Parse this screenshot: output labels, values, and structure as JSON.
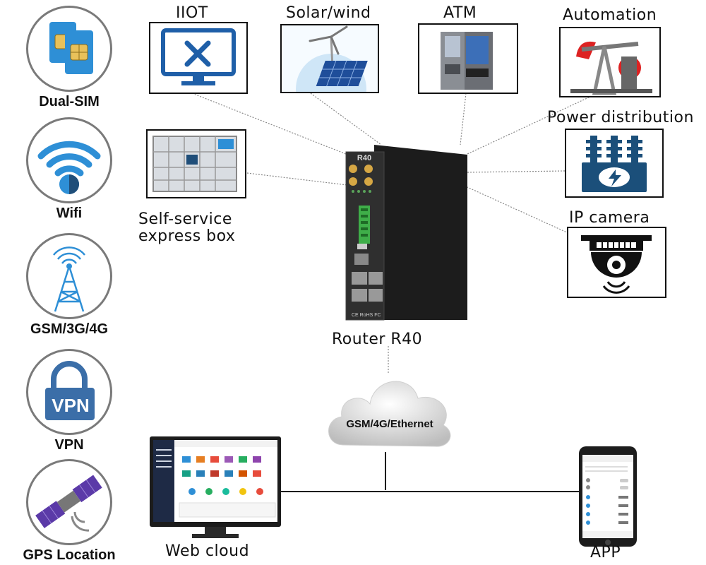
{
  "features": [
    {
      "label": "Dual-SIM",
      "icon": "sim-card-icon"
    },
    {
      "label": "Wifi",
      "icon": "wifi-icon"
    },
    {
      "label": "GSM/3G/4G",
      "icon": "cell-tower-icon"
    },
    {
      "label": "VPN",
      "icon": "vpn-lock-icon"
    },
    {
      "label": "GPS Location",
      "icon": "satellite-icon"
    }
  ],
  "applications": {
    "iiot": "IIOT",
    "solar_wind": "Solar/wind",
    "atm": "ATM",
    "automation": "Automation",
    "power": "Power distribution",
    "ip_camera": "IP camera",
    "express_line1": "Self-service",
    "express_line2": "express box"
  },
  "router": {
    "label": "Router R40",
    "model": "R40"
  },
  "network": {
    "cloud_label": "GSM/4G/Ethernet"
  },
  "clients": {
    "web": "Web cloud",
    "app": "APP"
  },
  "colors": {
    "icon_blue": "#2e8fd6",
    "dark_blue": "#1f4e79",
    "sim_gold": "#e8c15a",
    "router_body": "#2b2b2b",
    "terminal_green": "#3fae49"
  }
}
